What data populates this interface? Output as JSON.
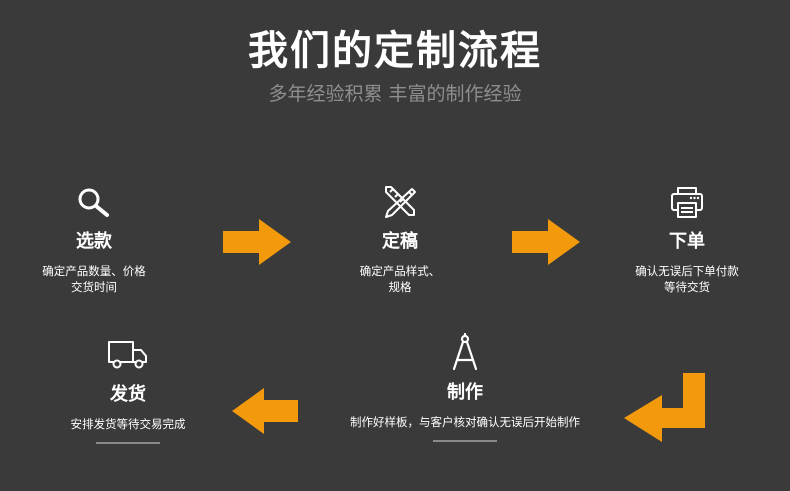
{
  "header": {
    "title": "我们的定制流程",
    "subtitle": "多年经验积累 丰富的制作经验"
  },
  "accent_color": "#f29a0c",
  "steps": [
    {
      "id": "xuankuan",
      "name": "选款",
      "desc_line1": "确定产品数量、价格",
      "desc_line2": "交货时间",
      "icon": "magnifier-icon"
    },
    {
      "id": "dinggao",
      "name": "定稿",
      "desc_line1": "确定产品样式、",
      "desc_line2": "规格",
      "icon": "pencil-ruler-icon"
    },
    {
      "id": "xiadan",
      "name": "下单",
      "desc_line1": "确认无误后下单付款",
      "desc_line2": "等待交货",
      "icon": "printer-icon"
    },
    {
      "id": "zhizuo",
      "name": "制作",
      "desc_line1": "制作好样板，与客户核对确认无误后开始制作",
      "icon": "compass-icon"
    },
    {
      "id": "fahuo",
      "name": "发货",
      "desc_line1": "安排发货等待交易完成",
      "icon": "truck-icon"
    }
  ]
}
